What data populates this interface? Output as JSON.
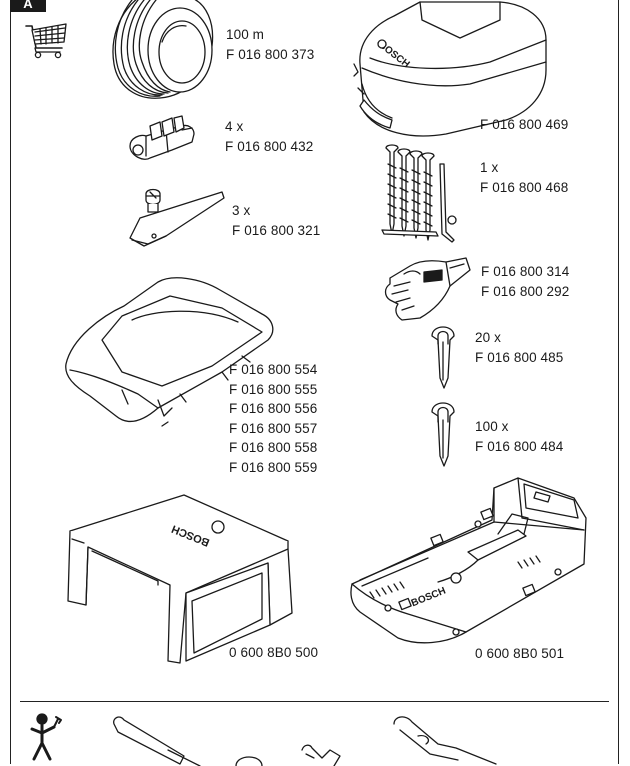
{
  "section_tab": "A",
  "icons": {
    "shopping_cart": "shopping-cart-icon",
    "service_person": "service-person-with-wrench-icon"
  },
  "logo_text": "BOSCH",
  "accessories": [
    {
      "id": "cable",
      "qty": "100 m",
      "parts": [
        "F 016 800 373"
      ]
    },
    {
      "id": "cable-connector",
      "qty": "4 x",
      "parts": [
        "F 016 800 432"
      ]
    },
    {
      "id": "blades",
      "qty": "3 x",
      "parts": [
        "F 016 800 321"
      ]
    },
    {
      "id": "cover",
      "qty": "",
      "parts": [
        "F 016 800 554",
        "F 016 800 555",
        "F 016 800 556",
        "F 016 800 557",
        "F 016 800 558",
        "F 016 800 559"
      ]
    },
    {
      "id": "garage",
      "qty": "",
      "parts": [
        "0 600 8B0 500"
      ]
    },
    {
      "id": "bag",
      "qty": "",
      "parts": [
        "F 016 800 469"
      ]
    },
    {
      "id": "pegs-set",
      "qty": "1 x",
      "parts": [
        "F 016 800 468"
      ]
    },
    {
      "id": "gloves",
      "qty": "",
      "parts": [
        "F 016 800 314",
        "F 016 800 292"
      ]
    },
    {
      "id": "pegs-small",
      "qty": "20 x",
      "parts": [
        "F 016 800 485"
      ]
    },
    {
      "id": "pegs-large",
      "qty": "100 x",
      "parts": [
        "F 016 800 484"
      ]
    },
    {
      "id": "base-station",
      "qty": "",
      "parts": [
        "0 600 8B0 501"
      ]
    }
  ]
}
